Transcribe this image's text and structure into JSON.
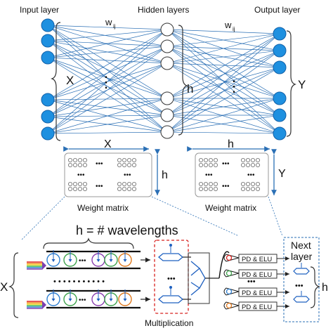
{
  "network": {
    "input_label": "Input layer",
    "hidden_label": "Hidden layers",
    "output_label": "Output layer",
    "weight_label_1": "w",
    "weight_label_2": "w",
    "weight_sub": "ij",
    "x_brace": "X",
    "h_brace": "h",
    "y_brace": "Y",
    "dots": "⋮"
  },
  "matrices": {
    "left_width": "X",
    "left_height": "h",
    "right_width": "h",
    "right_height": "Y",
    "left_caption": "Weight matrix",
    "right_caption": "Weight matrix",
    "cell_dots": "•••",
    "ellipsis": "•••"
  },
  "photonic": {
    "wavelength_label": "h = # wavelengths",
    "x_label": "X",
    "h_label": "h",
    "multiplication_label": "Multiplication",
    "next_layer_label_1": "Next",
    "next_layer_label_2": "layer",
    "pd_labels": [
      "PD & ELU",
      "PD & ELU",
      "PD & ELU",
      "PD & ELU"
    ],
    "row_dots": "• • • • • • • • • • •",
    "ring_dots": "•••"
  },
  "colors": {
    "node_blue": "#1e90e0",
    "edge_blue": "#2a6fb5",
    "matrix_arrow": "#2a6fb5",
    "red_dash": "#d8201e",
    "ring_purple": "#8a3fb0",
    "ring_green": "#3fa34d",
    "ring_orange": "#e07a1f",
    "ring_blue": "#2f7fd0",
    "wire_blue": "#1e60c0"
  }
}
